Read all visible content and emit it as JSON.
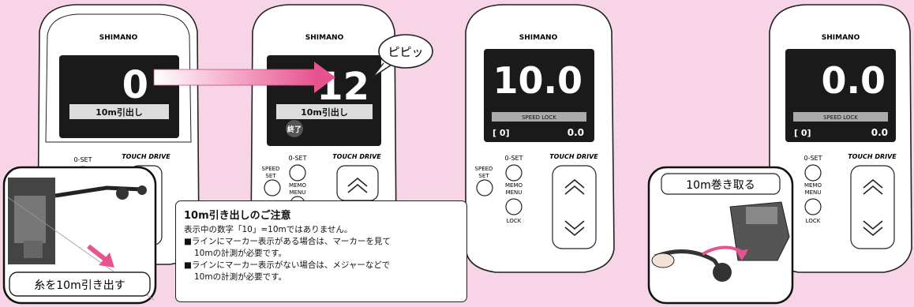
{
  "brand": "SHIMANO",
  "logo": "TOUCH DRIVE",
  "buttons": {
    "zero_set": "0-SET",
    "speed_set_line1": "SPEED",
    "speed_set_line2": "SET",
    "memo": "MEMO",
    "menu": "MENU",
    "lock": "LOCK"
  },
  "panel1": {
    "display_value": "0",
    "label": "10m引出し"
  },
  "panel2": {
    "display_value": "12",
    "label": "10m引出し",
    "end_badge": "終了",
    "speech": "ピピッ"
  },
  "panel3": {
    "display_value": "10.0",
    "mode": "SPEED LOCK",
    "mem_bracket": "[ 0]",
    "speed": "0.0"
  },
  "panel4": {
    "display_value": "0.0",
    "mode": "SPEED LOCK",
    "mem_bracket": "[ 0]",
    "speed": "0.0"
  },
  "inset_left": {
    "caption": "糸を10m引き出す"
  },
  "inset_right": {
    "caption": "10m巻き取る"
  },
  "note": {
    "title": "10m引き出しのご注意",
    "lines": [
      "表示中の数字「10」=10mではありません。",
      "■ラインにマーカー表示がある場合は、マーカーを見て",
      "10mの計測が必要です。",
      "■ラインにマーカー表示がない場合は、メジャーなどで",
      "10mの計測が必要です。"
    ]
  },
  "colors": {
    "background": "#f7d5e6",
    "arrow_pink": "#e8538f",
    "screen": "#1a1a1a"
  }
}
